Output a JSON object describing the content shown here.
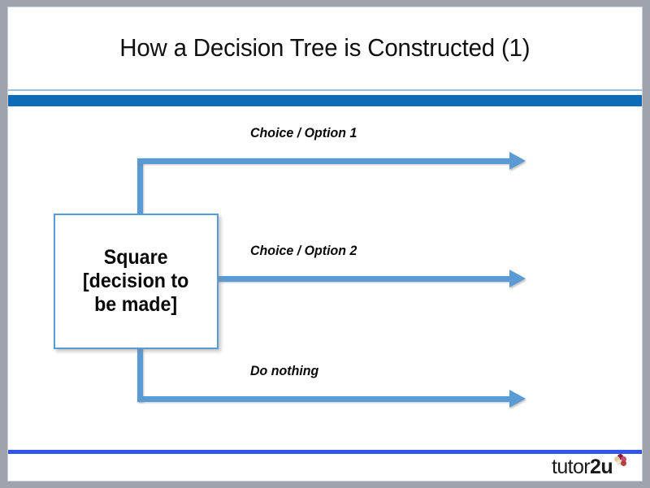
{
  "slide": {
    "title": "How a Decision Tree is Constructed (1)",
    "colors": {
      "header_band": "#0D6CB8",
      "header_hairline": "#9CC0E0",
      "footer_rule": "#3355EE",
      "connector": "#5B9BD5",
      "frame": "#9EA3AC",
      "text": "#0A0A0A"
    }
  },
  "diagram": {
    "type": "decision-tree",
    "decision_node": {
      "label": "Square\n[decision to\nbe made]"
    },
    "branches": [
      {
        "id": "branch-1",
        "label": "Choice / Option 1"
      },
      {
        "id": "branch-2",
        "label": "Choice / Option 2"
      },
      {
        "id": "branch-3",
        "label": "Do nothing"
      }
    ]
  },
  "footer": {
    "logo_prefix": "tutor",
    "logo_accent": "2u",
    "logo_mark": "pinwheel-icon",
    "logo_mark_colors": [
      "#8E1B3B",
      "#C64A6B",
      "#E6C8A8",
      "#F2E2CC",
      "#B5403F"
    ]
  }
}
